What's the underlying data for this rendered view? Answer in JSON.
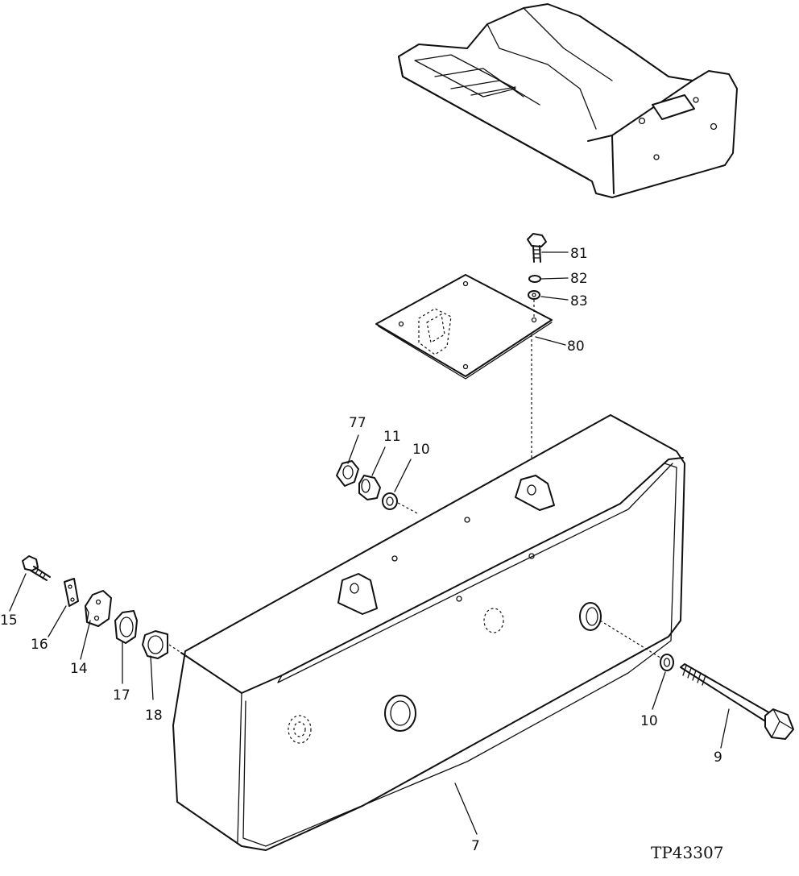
{
  "figure_code": "TP43307",
  "callouts": {
    "c81": "81",
    "c82": "82",
    "c83": "83",
    "c80": "80",
    "c77": "77",
    "c11": "11",
    "c10a": "10",
    "c15": "15",
    "c16": "16",
    "c14": "14",
    "c17": "17",
    "c18": "18",
    "c10b": "10",
    "c9": "9",
    "c7": "7"
  },
  "colors": {
    "ink": "#111111",
    "paper": "#ffffff"
  }
}
